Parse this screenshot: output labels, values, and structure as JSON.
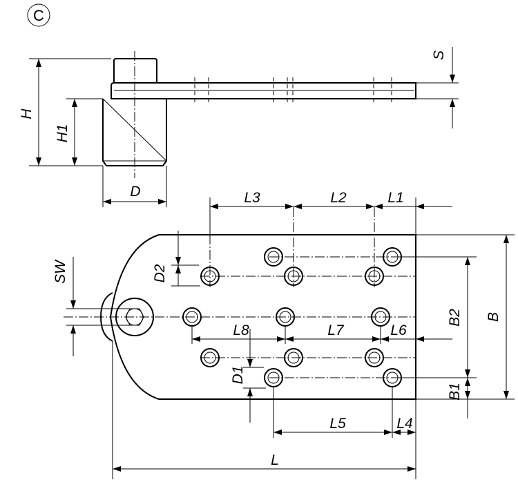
{
  "view_label": "C",
  "dimensions": {
    "S": "S",
    "H": "H",
    "H1": "H1",
    "D": "D",
    "L1": "L1",
    "L2": "L2",
    "L3": "L3",
    "L4": "L4",
    "L5": "L5",
    "L6": "L6",
    "L7": "L7",
    "L8": "L8",
    "D1": "D1",
    "D2": "D2",
    "SW": "SW",
    "B": "B",
    "B1": "B1",
    "B2": "B2",
    "L": "L"
  }
}
